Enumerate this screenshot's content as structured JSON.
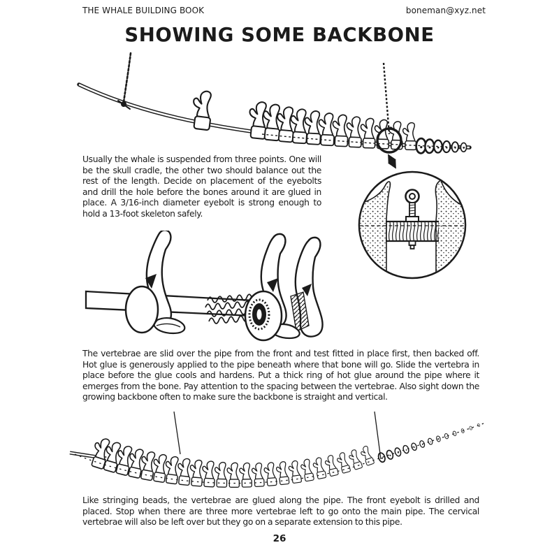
{
  "page": {
    "colors": {
      "ink": "#1b1b1b",
      "paper": "#ffffff"
    },
    "header": {
      "book_title": "THE WHALE BUILDING BOOK",
      "email": "boneman@xyz.net"
    },
    "title": "SHOWING SOME BACKBONE",
    "paragraphs": {
      "suspension": "Usually the whale is suspended from three points. One will be the skull cradle, the other two should balance out the rest of the length. Decide on placement of the eyebolts and drill the hole before the bones around it are glued in place. A 3/16-inch diameter eyebolt is strong enough to hold a 13-foot skeleton safely.",
      "gluing": "The vertebrae are slid over the pipe from the front and test fitted in place first, then backed off. Hot glue is generously applied to the pipe beneath where that bone will go. Slide the vertebra in place before the glue cools and hardens. Put a thick ring of hot glue around the pipe where it emerges from the bone. Pay attention to the spacing between the vertebrae. Also sight down the growing backbone often to make sure the backbone is straight and vertical.",
      "stringing": "Like stringing beads, the vertebrae are glued along the pipe. The front eyebolt is drilled and placed. Stop when there are three more vertebrae left to go onto the main pipe. The cervical vertebrae will also be left over but they go on a separate extension to this pipe."
    },
    "page_number": "26"
  }
}
